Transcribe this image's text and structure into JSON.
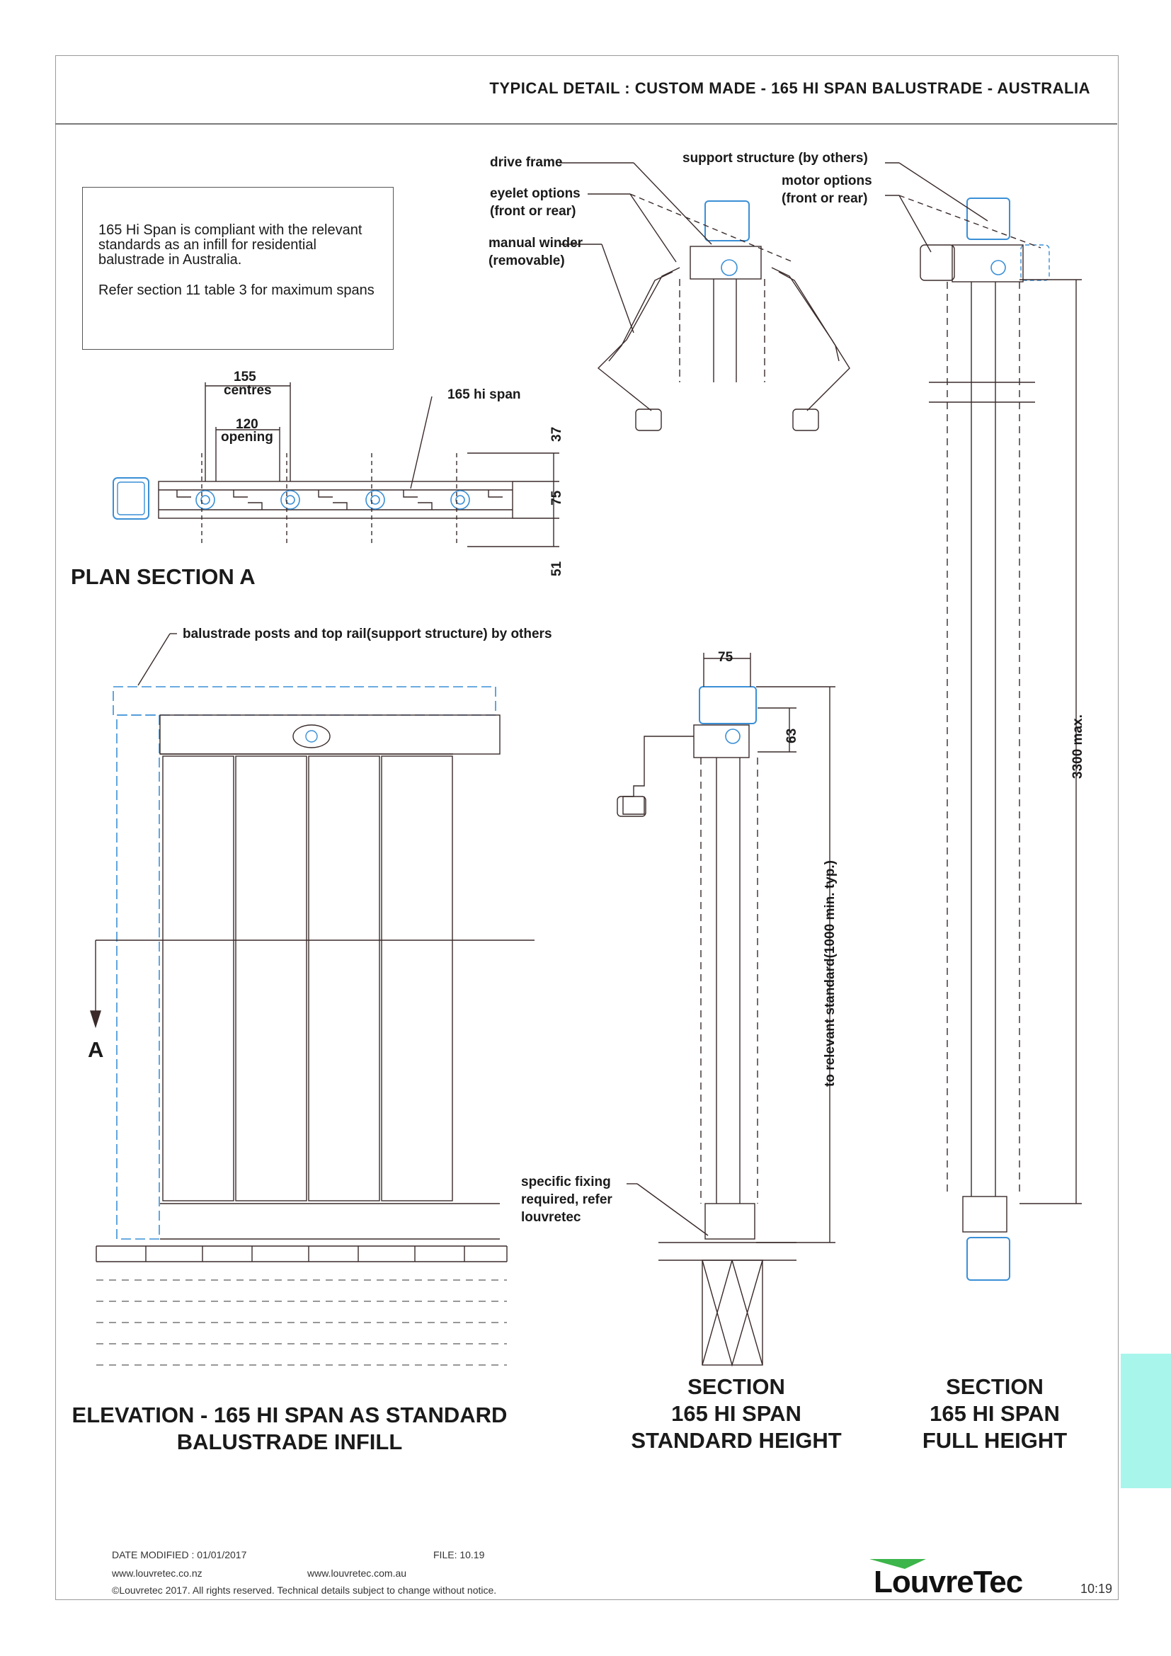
{
  "header": {
    "title": "TYPICAL DETAIL : CUSTOM MADE -  165 HI SPAN BALUSTRADE - AUSTRALIA"
  },
  "note": {
    "line1": "165 Hi Span is compliant with the relevant standards as an infill for residential balustrade in Australia.",
    "line2": "Refer section 11 table 3 for maximum spans"
  },
  "plan": {
    "title": "PLAN SECTION A",
    "centres_value": "155",
    "centres_label": "centres",
    "opening_value": "120",
    "opening_label": "opening",
    "hi_span_label": "165 hi span",
    "dim_37": "37",
    "dim_75": "75",
    "dim_51": "51"
  },
  "detail": {
    "drive_frame": "drive frame",
    "eyelet_options": "eyelet options",
    "front_or_rear": "(front or rear)",
    "manual_winder": "manual winder",
    "removable": "(removable)",
    "support_structure": "support structure (by others)",
    "motor_options": "motor options",
    "motor_front_or_rear": "(front or rear)"
  },
  "elevation": {
    "posts_label": "balustrade posts and top rail(support structure) by others",
    "section_marker": "A",
    "title_line1": "ELEVATION - 165 HI SPAN AS STANDARD",
    "title_line2": "BALUSTRADE INFILL"
  },
  "section_std": {
    "dim_75": "75",
    "dim_63": "63",
    "height_label": "to relevant standard(1000 min. typ.)",
    "fixing_label_1": "specific fixing",
    "fixing_label_2": "required, refer",
    "fixing_label_3": "louvretec",
    "title_line1": "SECTION",
    "title_line2": "165 HI SPAN",
    "title_line3": "STANDARD HEIGHT"
  },
  "section_full": {
    "height_label": "3300 max.",
    "title_line1": "SECTION",
    "title_line2": "165 HI SPAN",
    "title_line3": "FULL HEIGHT"
  },
  "footer": {
    "date_modified": "DATE MODIFIED : 01/01/2017",
    "file": "FILE: 10.19",
    "site_nz": "www.louvretec.co.nz",
    "site_au": "www.louvretec.com.au",
    "copyright": "©Louvretec 2017. All rights reserved. Technical details subject to change without notice.",
    "page_number": "10:19",
    "brand": "LouvreTec"
  },
  "colors": {
    "line": "#3a2a2a",
    "blue_detail": "#3a8fd6",
    "tab": "#a8f5ec",
    "logo_green": "#3cb54a"
  }
}
